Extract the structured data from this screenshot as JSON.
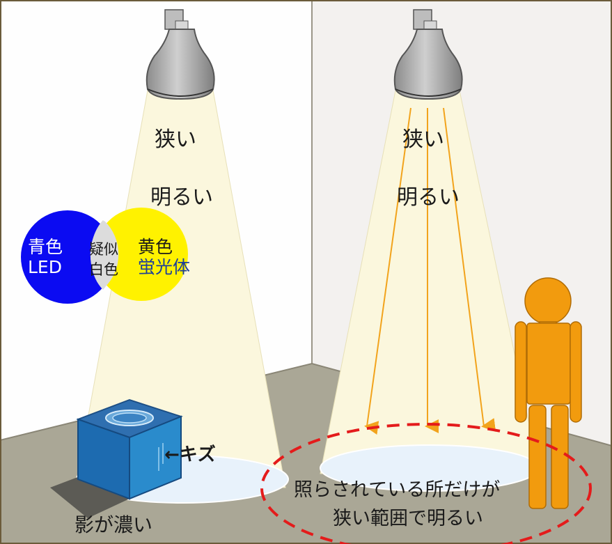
{
  "left_lamp": {
    "label_narrow": "狭い",
    "label_bright": "明るい",
    "shadow_label": "影が濃い",
    "scratch_label": "←キズ"
  },
  "led_diagram": {
    "blue_line1": "青色",
    "blue_line2": "LED",
    "mix_line1": "疑似",
    "mix_line2": "白色",
    "yellow_line1": "黄色",
    "yellow_line2": "蛍光体"
  },
  "right_lamp": {
    "label_narrow": "狭い",
    "label_bright": "明るい",
    "caption_line1": "照らされている所だけが",
    "caption_line2": "狭い範囲で明るい"
  },
  "colors": {
    "wall_left": "#fefefe",
    "wall_right": "#f3f1ef",
    "floor": "#aaa796",
    "beam": "#fbf7dd",
    "led_blue": "#0b0bf2",
    "phosphor_yellow": "#fff200",
    "figure_orange": "#f29b0e",
    "dashed_red": "#e41b1b",
    "cube_blue": "#2f86c6"
  }
}
